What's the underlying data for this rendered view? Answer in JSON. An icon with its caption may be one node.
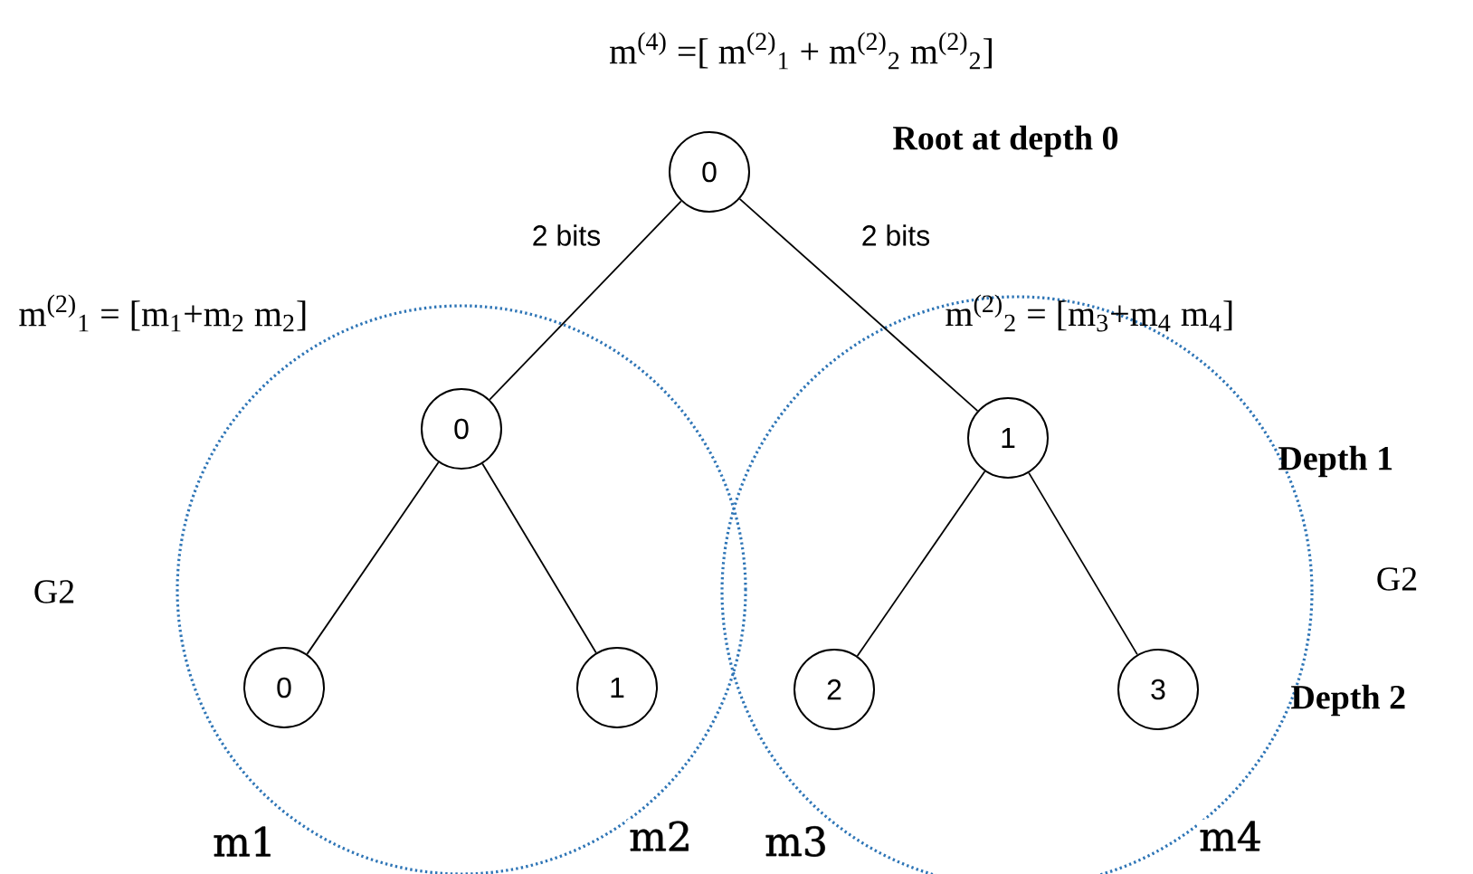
{
  "diagram": {
    "nodes": [
      {
        "text": [
          "0"
        ],
        "beside": [
          "m$^{(4)}$ =[ m$^{(2)}$$_{1}$ + m$^{(2)}$$_{2}$  m$^{(2)}$$_{2}$]"
        ]
      },
      {
        "text": [],
        "shape": "circle"
      },
      {
        "text": [
          "0"
        ],
        "in": 1,
        "beside": [
          "m$^{(2)}$$_{1}$ = [m$_{1}$+m$_{2}$ m$_{2}$]"
        ]
      },
      {
        "text": [
          "0"
        ],
        "in": 1
      },
      {
        "text": [
          "1"
        ],
        "in": 1
      },
      {
        "text": [],
        "shape": "circle"
      },
      {
        "text": [
          "1"
        ],
        "in": 5,
        "beside": [
          "m$^{(2)}$$_{2}$ = [m$_{3}$+m$_{4}$ m$_{4}$]"
        ]
      },
      {
        "text": [
          "2"
        ],
        "in": 5
      },
      {
        "text": [
          "3"
        ],
        "in": 5
      }
    ],
    "edges": [
      {
        "from": 0,
        "to": 2,
        "arrow": "none",
        "label": "2 bits"
      },
      {
        "from": 0,
        "to": 6,
        "arrow": "none",
        "label": "2 bits"
      },
      {
        "from": 2,
        "to": 3,
        "arrow": "none"
      },
      {
        "from": 2,
        "to": 4,
        "arrow": "none"
      },
      {
        "from": 6,
        "to": 7,
        "arrow": "none"
      },
      {
        "from": 6,
        "to": 8,
        "arrow": "none"
      }
    ],
    "labels": [
      "Root at depth 0",
      "Depth 1",
      "G2",
      "G2",
      "Depth 2",
      "m1",
      "m2",
      "m3",
      "m4"
    ]
  }
}
